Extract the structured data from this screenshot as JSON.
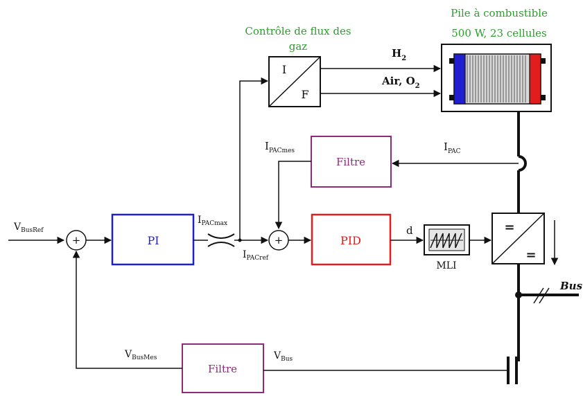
{
  "colors": {
    "green": "#2f9a2f",
    "blue": "#1f1fd0",
    "red": "#e11d1d",
    "purple": "#8e2a7a",
    "black": "#111111"
  },
  "fuel_cell": {
    "title_line1": "Pile à combustible",
    "title_line2": "500 W, 23 cellules"
  },
  "gas_flow_control": {
    "title_line1": "Contrôle de flux des",
    "title_line2": "gaz",
    "input_label": "I",
    "output_label": "F"
  },
  "signals": {
    "h2_main": "H",
    "h2_sub": "2",
    "air_main": "Air, O",
    "air_sub": "2",
    "ipac_main": "I",
    "ipac_sub": "PAC",
    "ipacmes_main": "I",
    "ipacmes_sub": "PACmes",
    "ipacmax_main": "I",
    "ipacmax_sub": "PACmax",
    "ipacref_main": "I",
    "ipacref_sub": "PACref",
    "vbusref_main": "V",
    "vbusref_sub": "BusRef",
    "vbusmes_main": "V",
    "vbusmes_sub": "BusMes",
    "vbus_main": "V",
    "vbus_sub": "Bus",
    "duty": "d"
  },
  "blocks": {
    "filter_top": "Filtre",
    "filter_bottom": "Filtre",
    "pi": "PI",
    "pid": "PID",
    "pwm": "MLI"
  },
  "summers": {
    "sum_symbol": "+"
  },
  "converter": {
    "symbol_top": "=",
    "symbol_bottom": "="
  },
  "bus": {
    "label": "Bus"
  }
}
